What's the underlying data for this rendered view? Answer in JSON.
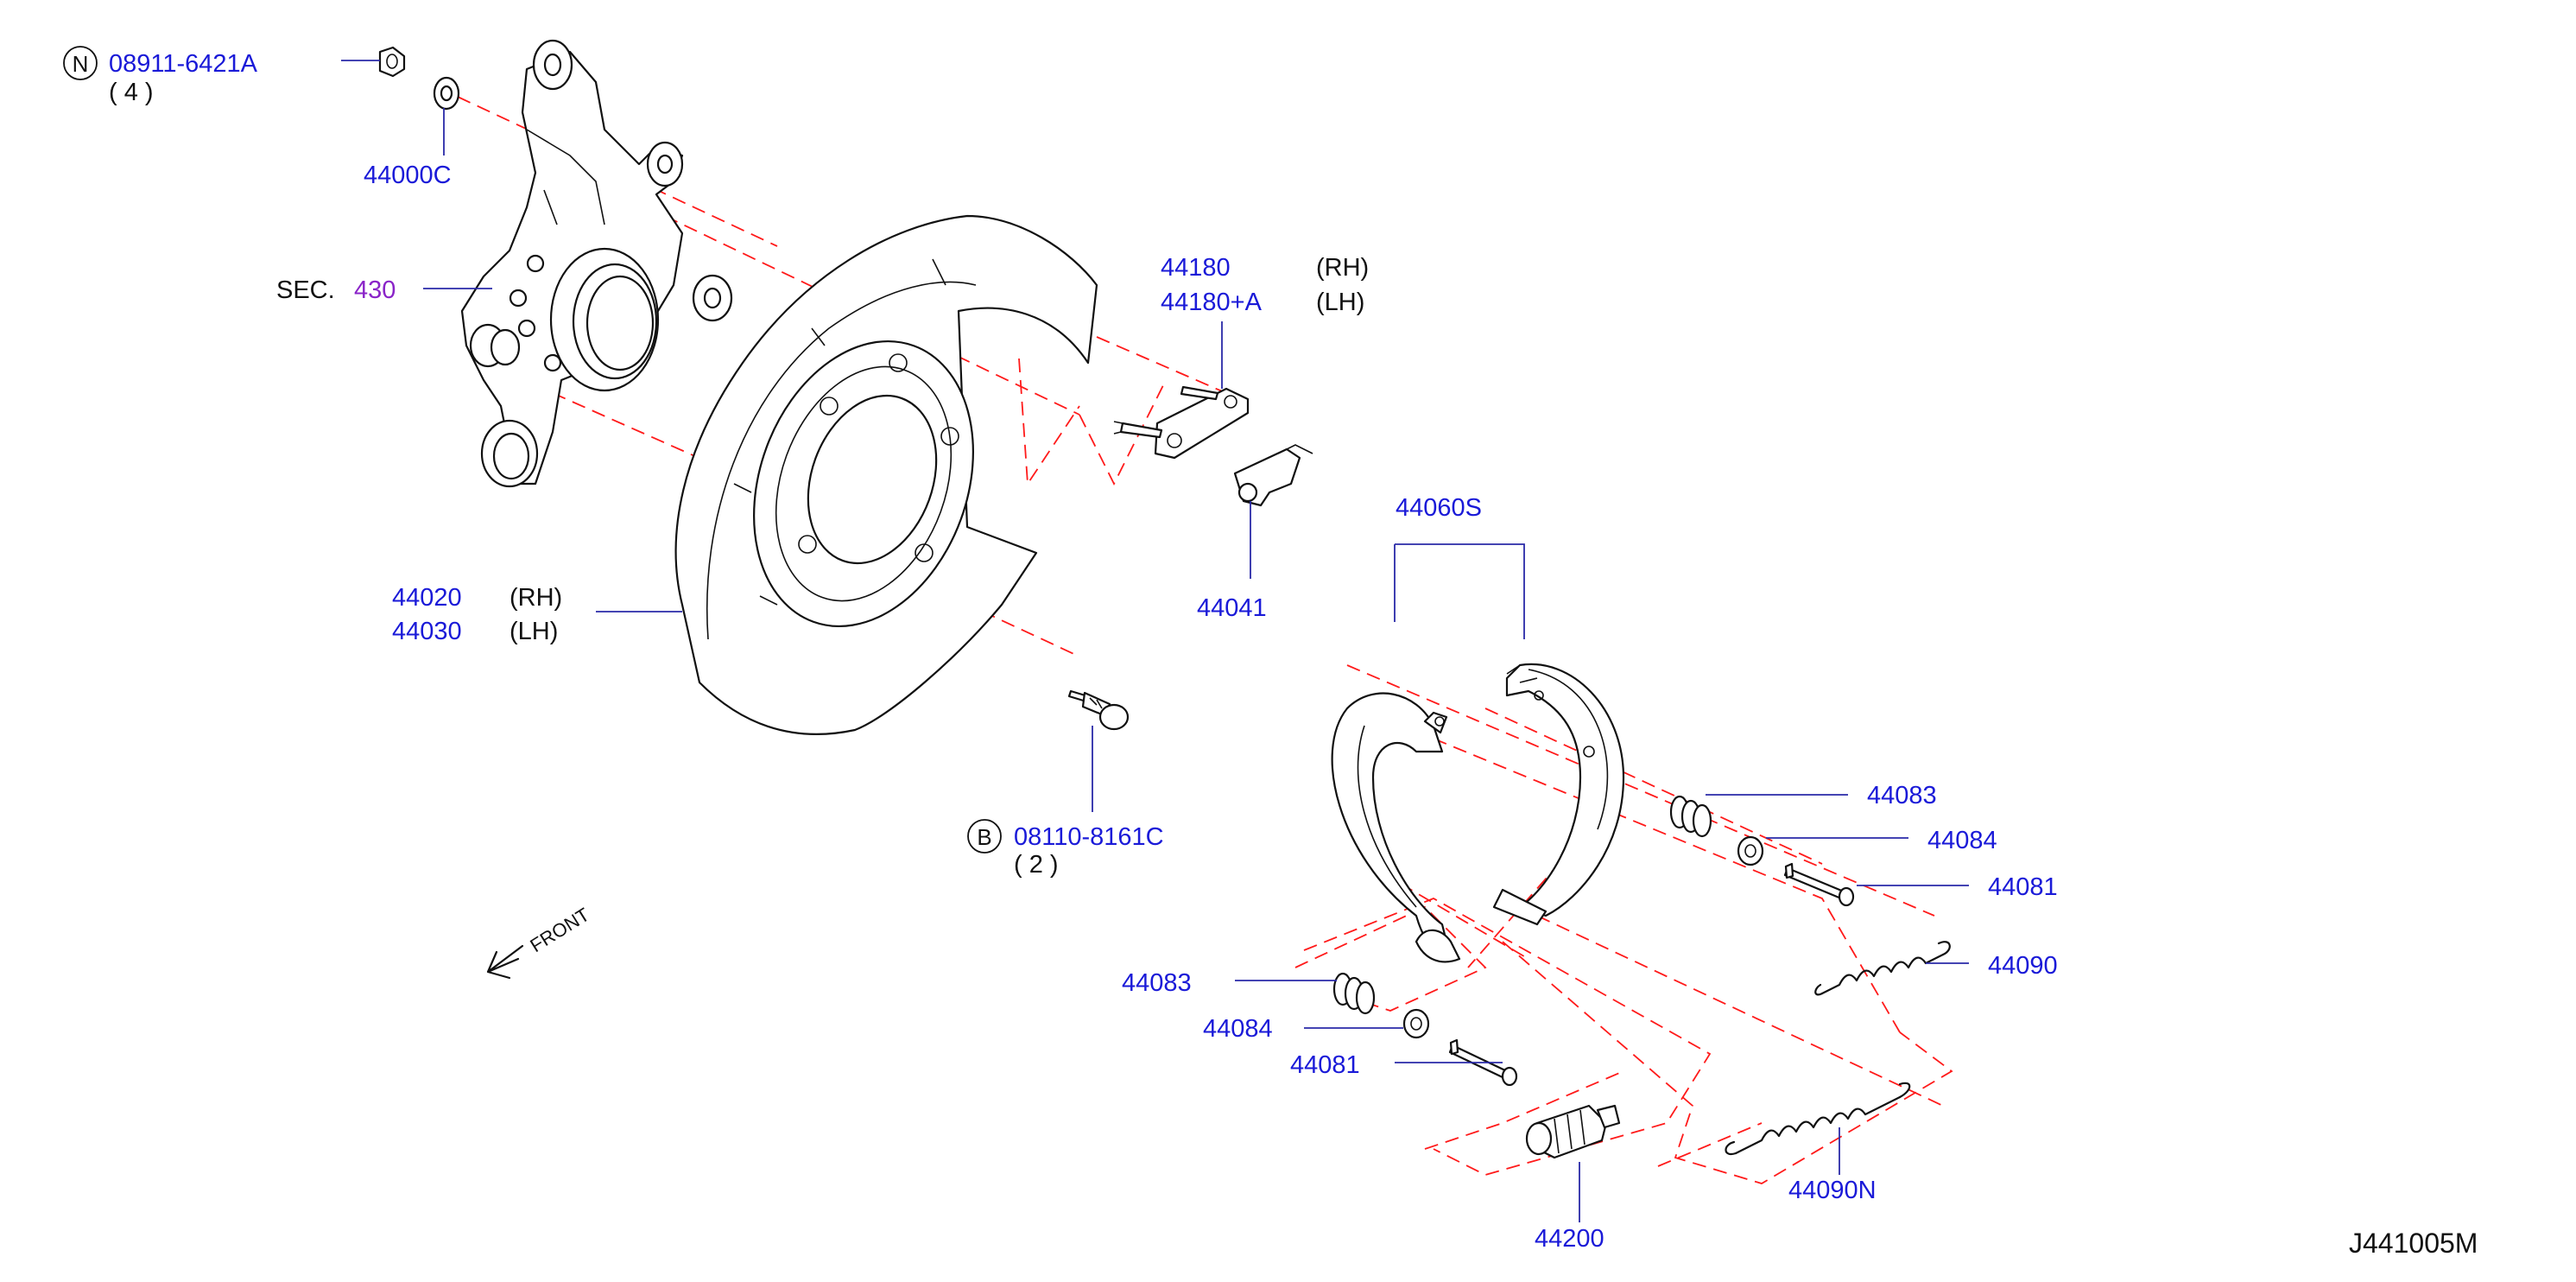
{
  "diagram": {
    "code": "J441005M",
    "front_label": "FRONT",
    "callouts": {
      "nut": {
        "symbol": "N",
        "part": "08911-6421A",
        "qty": "( 4 )"
      },
      "washer": {
        "part": "44000C"
      },
      "knuckle": {
        "prefix": "SEC.",
        "section": "430"
      },
      "backing_plate": {
        "rh_part": "44020",
        "rh_side": "(RH)",
        "lh_part": "44030",
        "lh_side": "(LH)"
      },
      "lever": {
        "rh_part": "44180",
        "rh_side": "(RH)",
        "lh_part": "44180+A",
        "lh_side": "(LH)"
      },
      "bracket": {
        "part": "44041"
      },
      "bolt": {
        "symbol": "B",
        "part": "08110-8161C",
        "qty": "( 2 )"
      },
      "shoe_set": {
        "part": "44060S"
      },
      "spring_upper": {
        "part": "44083"
      },
      "cup_upper": {
        "part": "44084"
      },
      "pin_upper": {
        "part": "44081"
      },
      "return_spring_upper": {
        "part": "44090"
      },
      "spring_lower": {
        "part": "44083"
      },
      "cup_lower": {
        "part": "44084"
      },
      "pin_lower": {
        "part": "44081"
      },
      "return_spring_lower": {
        "part": "44090N"
      },
      "adjuster": {
        "part": "44200"
      }
    }
  },
  "colors": {
    "part_number": "#1a1ad8",
    "section_number": "#8a24c8",
    "leader_line": "#2a2aa8",
    "phantom_line": "#ff1a1a",
    "outline": "#111111"
  }
}
